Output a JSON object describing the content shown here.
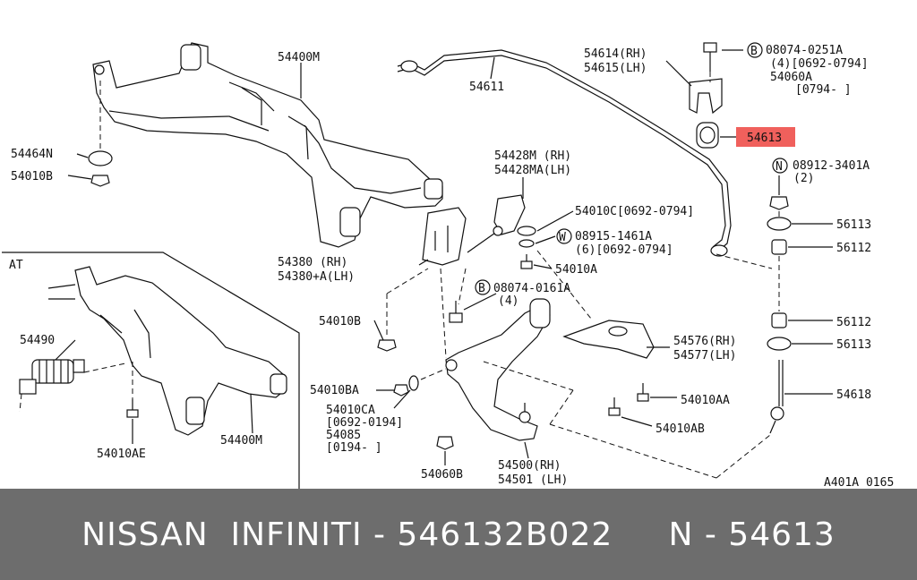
{
  "labels": {
    "p54400M_top": "54400M",
    "p54611": "54611",
    "p54614": "54614(RH)",
    "p54615": "54615(LH)",
    "b08074_0251A": "08074-0251A",
    "b08074_0251A_qty": "(4)[0692-0794]",
    "p54060A": "54060A",
    "p54060A_date": "[0794-    ]",
    "p54613": "54613",
    "p54464N": "54464N",
    "p54010B_top": "54010B",
    "n08912": "08912-3401A",
    "n08912_qty": "(2)",
    "p54428M": "54428M (RH)",
    "p54428MA": "54428MA(LH)",
    "p54010C": "54010C[0692-0794]",
    "p56113_top": "56113",
    "w08915": "08915-1461A",
    "w08915_qty": "(6)[0692-0794]",
    "p56112_top": "56112",
    "p54380": "54380  (RH)",
    "p54380A": "54380+A(LH)",
    "p54010A": "54010A",
    "b08074_0161A": "08074-0161A",
    "b08074_0161A_qty": "(4)",
    "at": "AT",
    "p54010B_mid": "54010B",
    "p56112_bottom": "56112",
    "p54490": "54490",
    "p54576": "54576(RH)",
    "p54577": "54577(LH)",
    "p56113_bottom": "56113",
    "p54010BA": "54010BA",
    "p54010AA": "54010AA",
    "p54618": "54618",
    "p54010CA": "54010CA",
    "p54010CA_date": "[0692-0194]",
    "p54085": "54085",
    "p54085_date": "[0194-    ]",
    "p54010AB": "54010AB",
    "p54010AE": "54010AE",
    "p54400M_bottom": "54400M",
    "p54060B": "54060B",
    "p54500": "54500(RH)",
    "p54501": "54501 (LH)",
    "ref_code": "A401A 0165",
    "circle_B": "B",
    "circle_N": "N",
    "circle_W": "W"
  },
  "banner": {
    "text": "NISSAN  INFINITI - 546132B022     N - 54613"
  },
  "colors": {
    "highlight": "#f0605c",
    "banner_bg": "#6d6d6d"
  }
}
